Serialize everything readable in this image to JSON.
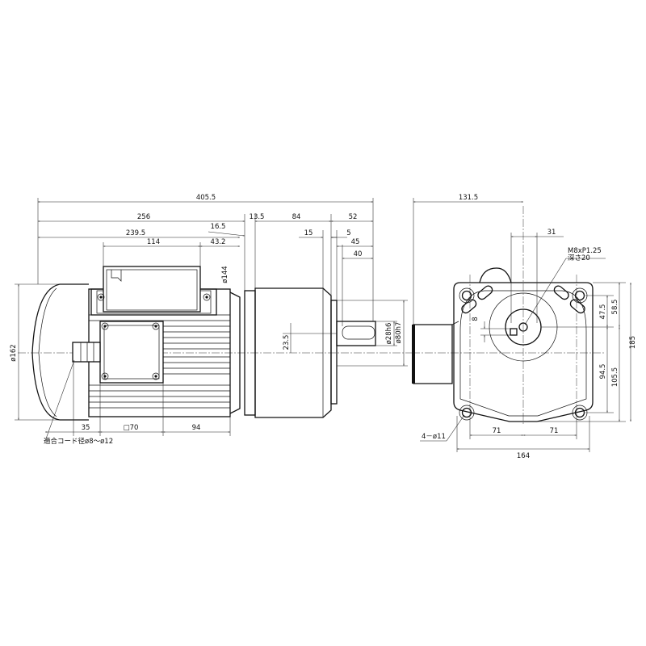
{
  "dimensions": {
    "overall_length": "405.5",
    "motor_length": "256",
    "motor_body": "239.5",
    "flange_gap": "16.5",
    "flange_thk": "13.5",
    "gear_len": "84",
    "shaft_len": "52",
    "box_len": "114",
    "box_offset": "43.2",
    "shaft_step": "15",
    "shaft_shoulder": "5",
    "key_len": "45",
    "key_pos": "40",
    "motor_dia": "ø144",
    "fan_dia": "ø162",
    "shaft_dia": "ø28h6",
    "spigot_dia": "ø80h7",
    "shaft_height": "23.5",
    "gland_pos": "35",
    "terminal_sq": "□70",
    "box_pos": "94",
    "cable_range": "適合コード径ø8～ø12",
    "end_width": "131.5",
    "shaft_off": "31",
    "tap": "M8xP1.25",
    "tap_depth": "深さ20",
    "key_width": "8",
    "upper_h": "47.5",
    "upper_h2": "58.5",
    "total_h": "185",
    "lower_h": "94.5",
    "lower_h2": "105.5",
    "bolt_pcd_l": "71",
    "bolt_pcd_r": "71",
    "flange_w": "164",
    "holes": "4－ø11"
  }
}
